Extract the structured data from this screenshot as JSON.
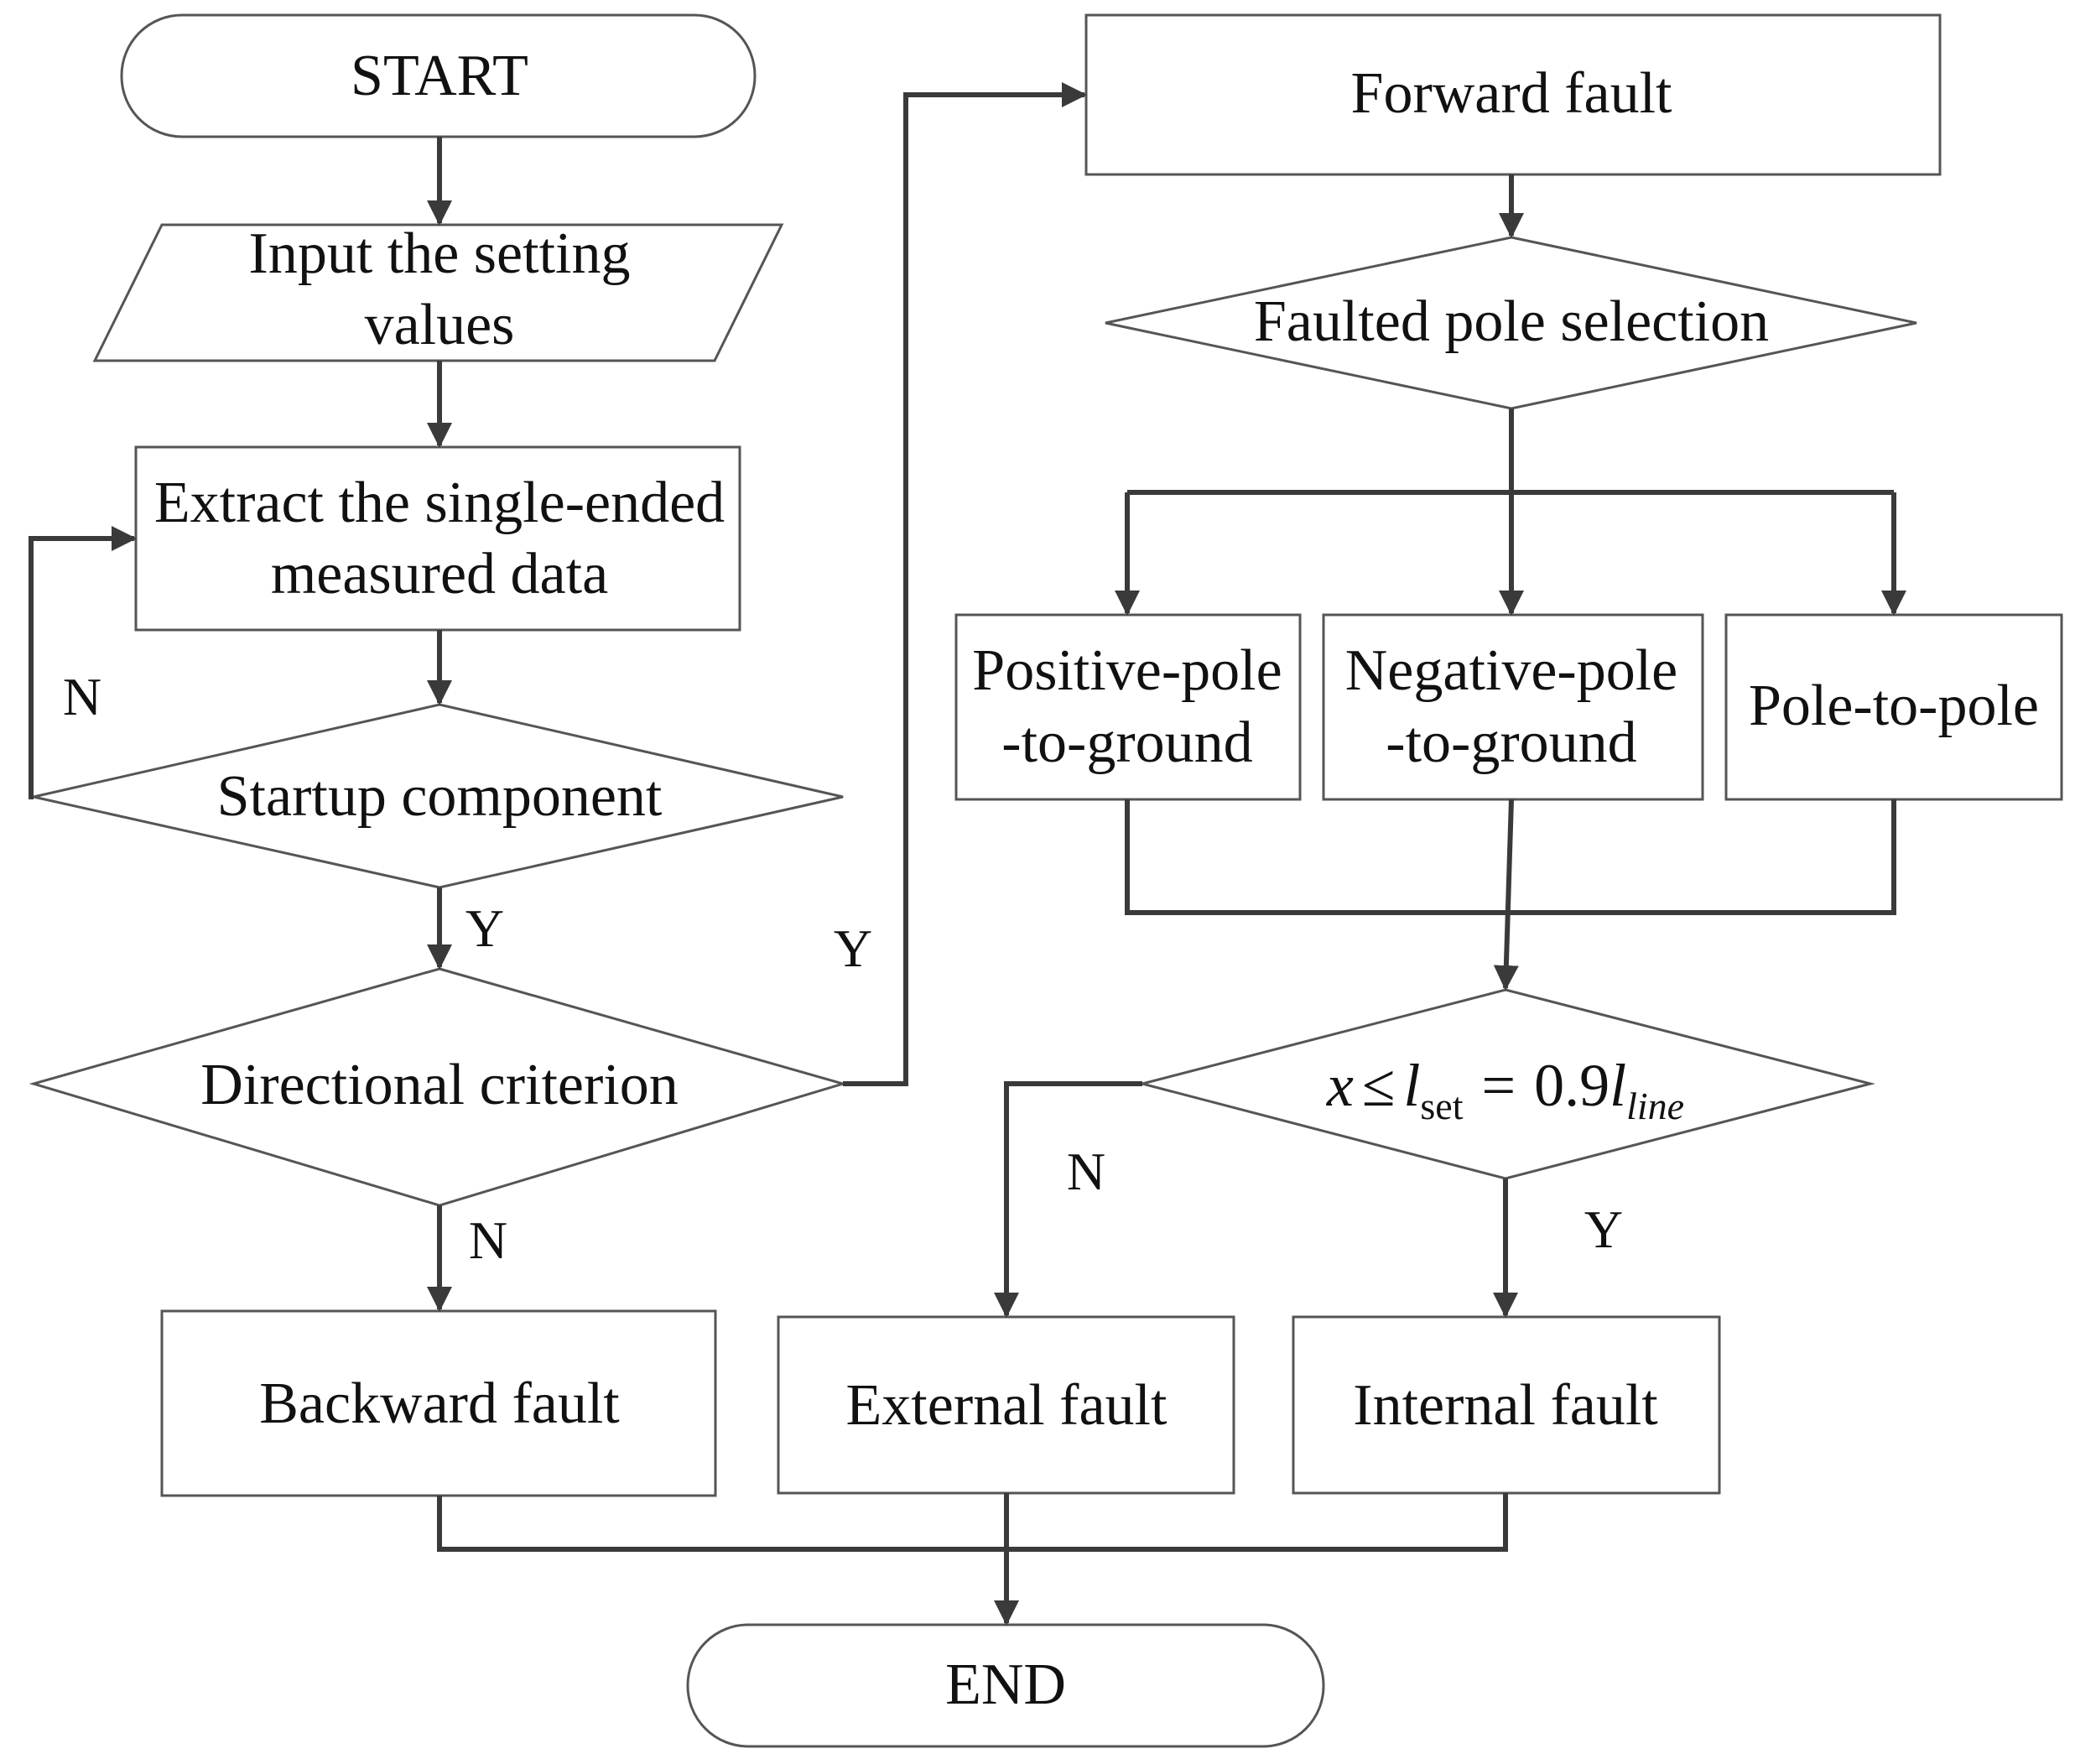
{
  "nodes": {
    "start": "START",
    "input_line1": "Input the setting",
    "input_line2": "values",
    "extract_line1": "Extract the single-ended",
    "extract_line2": "measured data",
    "startup": "Startup component",
    "directional": "Directional criterion",
    "backward": "Backward fault",
    "forward": "Forward fault",
    "faulted_pole": "Faulted pole selection",
    "positive_line1": "Positive-pole",
    "positive_line2": "-to-ground",
    "negative_line1": "Negative-pole",
    "negative_line2": "-to-ground",
    "pole_to_pole": "Pole-to-pole",
    "condition": {
      "x": "x",
      "leq": "≤",
      "l1": "l",
      "sub1": "set",
      "eq": "=",
      "coef": "0.9",
      "l2": "l",
      "sub2": "line"
    },
    "external": "External fault",
    "internal": "Internal fault",
    "end": "END"
  },
  "edge_labels": {
    "startup_no": "N",
    "startup_yes": "Y",
    "directional_yes": "Y",
    "directional_no": "N",
    "condition_no": "N",
    "condition_yes": "Y"
  }
}
